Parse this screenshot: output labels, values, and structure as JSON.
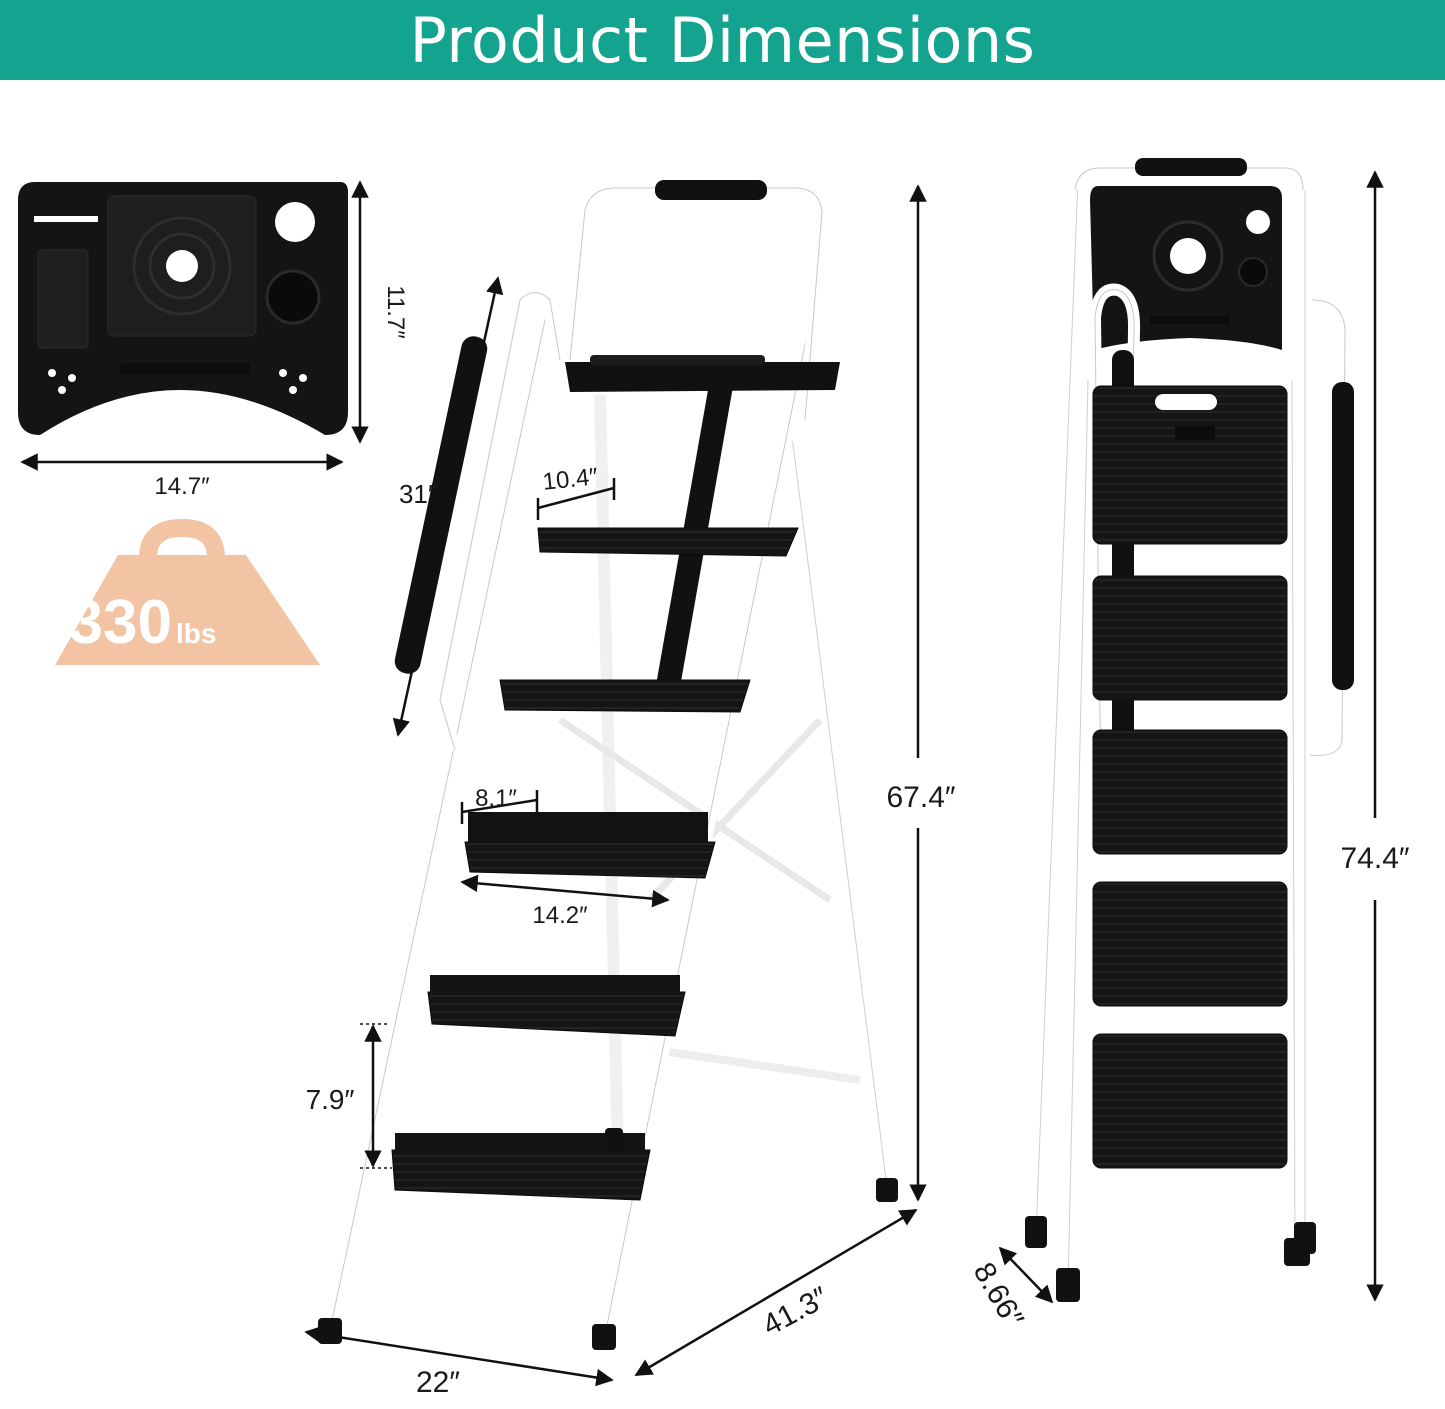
{
  "title": "Product Dimensions",
  "colors": {
    "header": "#14a38e",
    "step": "#111111",
    "frame": "#ffffff",
    "badge": "#f2c4a4"
  },
  "tray": {
    "width_label": "14.7″",
    "height_label": "11.7″"
  },
  "capacity": {
    "value": "330",
    "unit": "lbs"
  },
  "ladder_open": {
    "handrail_label": "31″",
    "top_step_depth_label": "10.4″",
    "step_depth_label": "8.1″",
    "step_width_label": "14.2″",
    "step_rise_label": "7.9″",
    "height_label": "67.4″",
    "base_width_label": "22″",
    "base_depth_label": "41.3″"
  },
  "ladder_folded": {
    "height_label": "74.4″",
    "depth_label": "8.66″"
  }
}
